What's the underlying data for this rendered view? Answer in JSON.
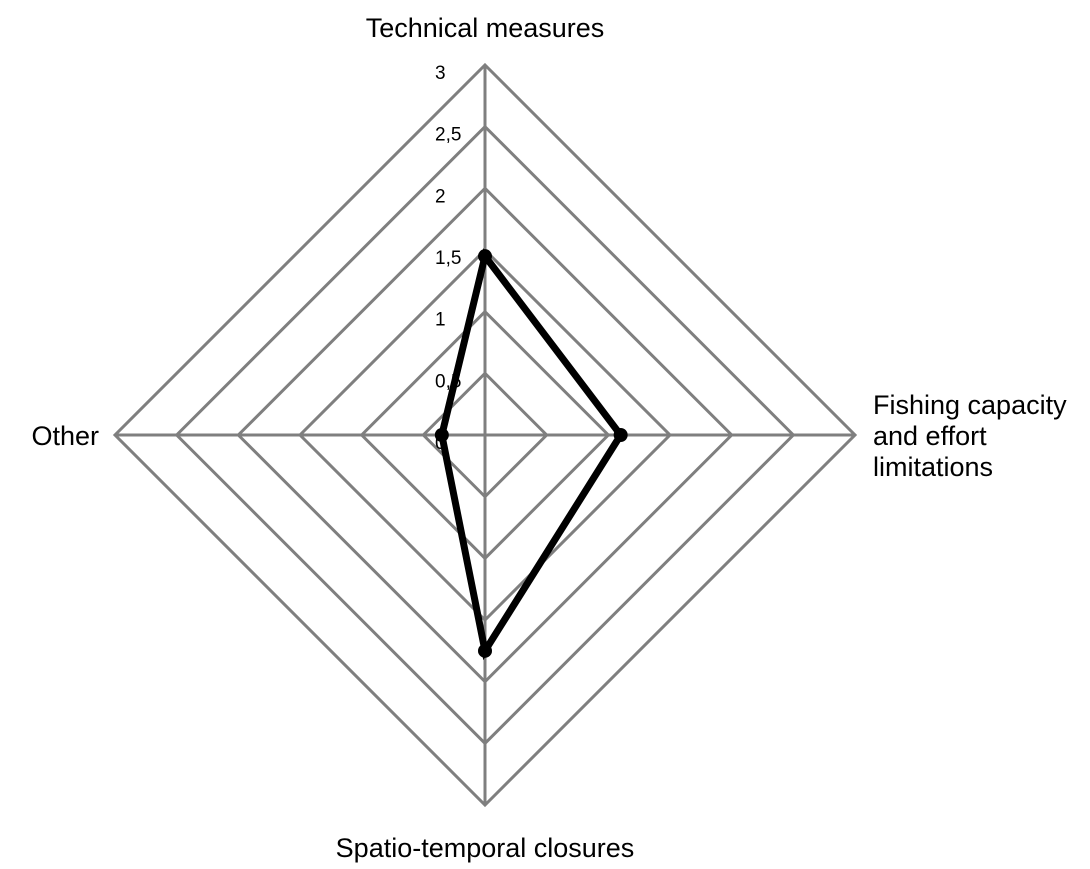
{
  "chart_data": {
    "type": "radar",
    "title": "",
    "axes": [
      {
        "label_lines": [
          "Technical measures"
        ],
        "value": 1.45
      },
      {
        "label_lines": [
          "Fishing capacity",
          "and effort",
          "limitations"
        ],
        "value": 1.1
      },
      {
        "label_lines": [
          "Spatio-temporal closures"
        ],
        "value": 1.75
      },
      {
        "label_lines": [
          "Other"
        ],
        "value": 0.35
      }
    ],
    "rlim": [
      0,
      3
    ],
    "ticks": [
      0,
      0.5,
      1,
      1.5,
      2,
      2.5,
      3
    ],
    "tick_labels": [
      "0",
      "0,5",
      "1",
      "1,5",
      "2",
      "2,5",
      "3"
    ],
    "grid": true,
    "legend": "none",
    "colors": {
      "grid": "#7f7f7f",
      "series": "#000000"
    }
  }
}
